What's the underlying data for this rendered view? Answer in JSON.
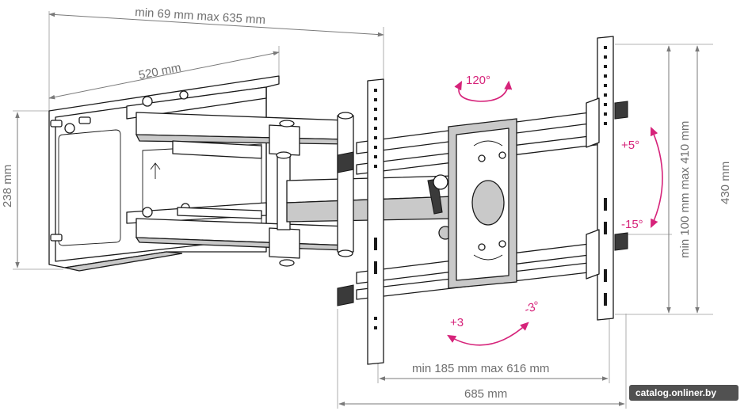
{
  "dimensions": {
    "arm_reach": "min 69 mm max 635 mm",
    "arm_length": "520 mm",
    "wall_plate_height": "238 mm",
    "vertical_hole_spacing": "min 100 mm max 410 mm",
    "vertical_rail_length": "430 mm",
    "horizontal_hole_spacing": "min 185 mm max 616 mm",
    "horizontal_width": "685 mm"
  },
  "angles": {
    "swivel": "120°",
    "tilt_up": "+5°",
    "tilt_down": "-15°",
    "rotate_plus": "+3",
    "rotate_minus": "-3°"
  },
  "watermark": "catalog.onliner.by",
  "colors": {
    "dimension": "#6f6f6f",
    "angle": "#d6237a",
    "ink": "#1a1a1a"
  }
}
